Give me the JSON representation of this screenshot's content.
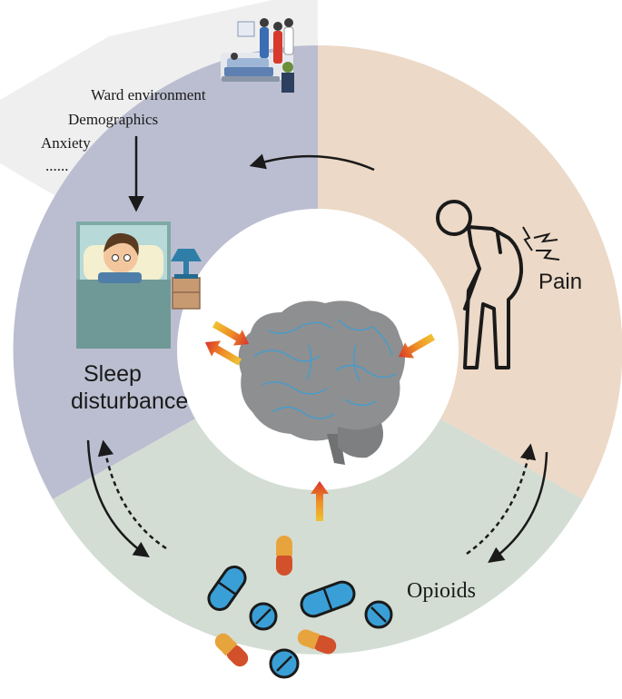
{
  "factors": {
    "items": [
      "Ward environment",
      "Demographics",
      "Anxiety",
      "......"
    ]
  },
  "labels": {
    "sleep_line1": "Sleep",
    "sleep_line2": "disturbance",
    "pain": "Pain",
    "opioids": "Opioids"
  },
  "colors": {
    "sleep_sector": "#bbbed0",
    "pain_sector": "#ecd9c7",
    "opioid_sector": "#d3ddd4",
    "factors_panel": "#efefef",
    "brain": "#8d8f91",
    "brain_veins": "#3a9fd6",
    "capsule_blue": "#3a9fd6",
    "capsule_orange": "#e8a43c",
    "capsule_red": "#d2502a"
  },
  "icons": [
    "ward-scene-icon",
    "bed-person-icon",
    "pain-figure-icon",
    "brain-icon",
    "pill-icon",
    "capsule-icon"
  ]
}
